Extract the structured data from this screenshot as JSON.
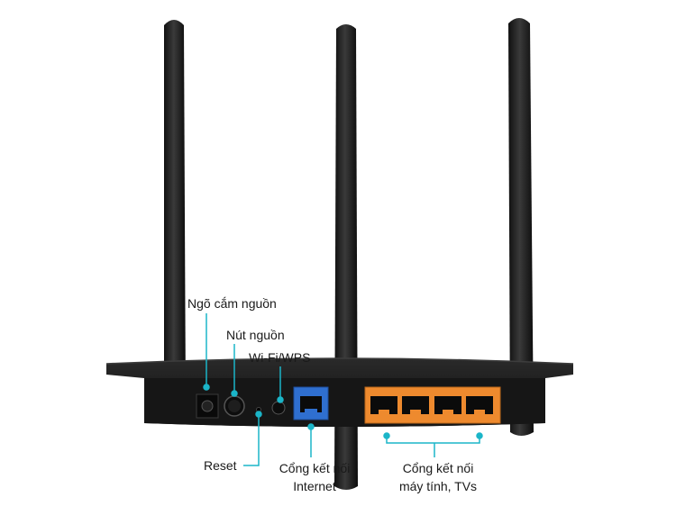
{
  "labels": {
    "power_jack": "Ngõ cắm nguồn",
    "power_button": "Nút nguồn",
    "wifi_wps": "Wi-Fi/WPS",
    "reset": "Reset",
    "internet_port_line1": "Cổng kết nối",
    "internet_port_line2": "Internet",
    "lan_ports_line1": "Cổng kết nối",
    "lan_ports_line2": "máy tính, TVs"
  },
  "colors": {
    "device_body": "#1b1b1b",
    "antenna": "#202020",
    "wan_port": "#2f6fd0",
    "lan_panel": "#ee8a2e",
    "callout_line": "#1bb5c8"
  }
}
